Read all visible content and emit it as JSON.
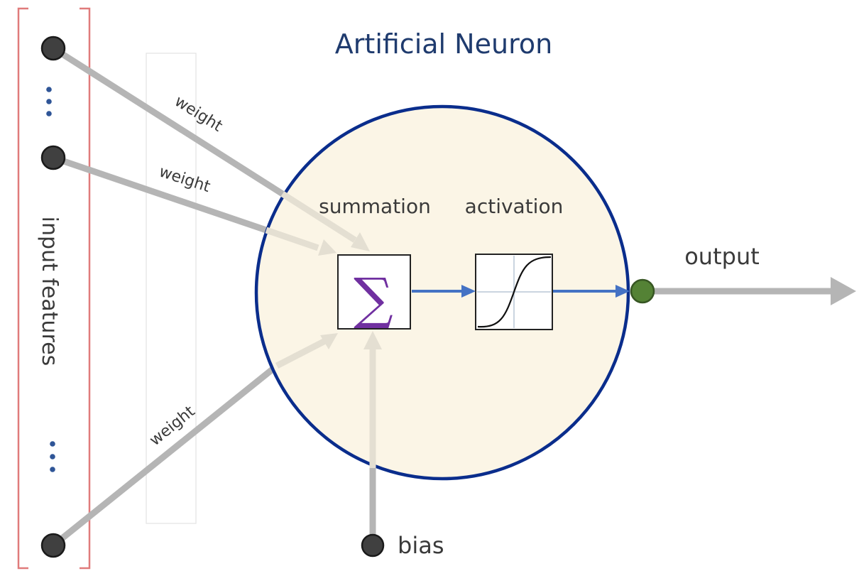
{
  "diagram": {
    "title": "Artificial Neuron",
    "input_group_label": "input features",
    "weight_labels": [
      "weight",
      "weight",
      "weight"
    ],
    "summation_label": "summation",
    "summation_symbol": "∑",
    "activation_label": "activation",
    "output_label": "output",
    "bias_label": "bias",
    "ellipsis": "⋮"
  },
  "colors": {
    "title": "#1f3b6e",
    "neuron_fill": "#fbf5e6",
    "neuron_border": "#0a2d8c",
    "input_node": "#404040",
    "output_node": "#548235",
    "connection": "#b5b5b5",
    "signal_arrow": "#4472c4",
    "bracket": "#e07b7b",
    "sigma": "#7030a0",
    "ellipsis": "#2f5597"
  },
  "icons": {
    "summation": "sigma-icon",
    "activation": "sigmoid-curve-icon"
  }
}
